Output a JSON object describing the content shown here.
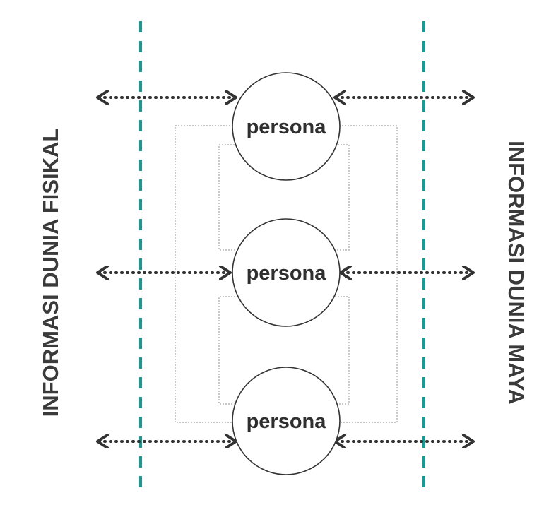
{
  "labels": {
    "left": "INFORMASI DUNIA FISIKAL",
    "right": "INFORMASI DUNIA MAYA"
  },
  "personas": [
    {
      "label": "persona"
    },
    {
      "label": "persona"
    },
    {
      "label": "persona"
    }
  ],
  "colors": {
    "boundary": "#1a9a94",
    "arrow": "#333333",
    "circle_stroke": "#333333",
    "connector": "#a8a8a8",
    "text": "#333333"
  }
}
